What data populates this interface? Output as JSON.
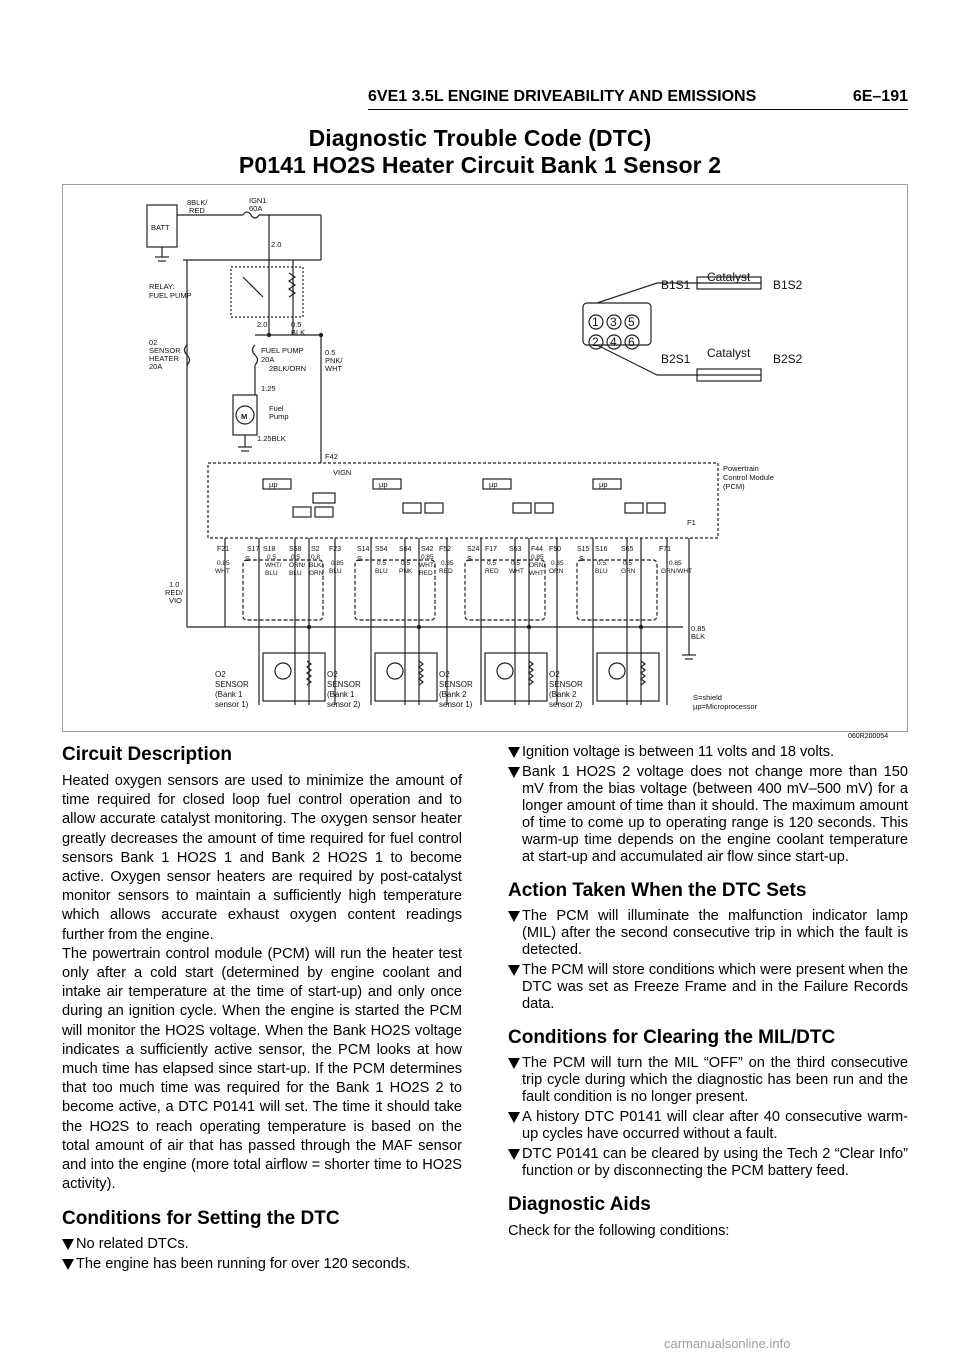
{
  "header": {
    "section": "6VE1 3.5L ENGINE DRIVEABILITY AND EMISSIONS",
    "page": "6E–191"
  },
  "title": {
    "line1": "Diagnostic Trouble Code (DTC)",
    "line2": "P0141 HO2S Heater Circuit Bank 1 Sensor 2"
  },
  "diagram": {
    "figure_code": "060R200054",
    "batt": "BATT",
    "batt_wire": "8BLK/",
    "batt_wire2": "RED",
    "ign_fuse": "IGN1",
    "ign_fuse_rating": "60A",
    "wire_2_0_a": "2.0",
    "wire_2_0_b": "2.0",
    "wire_05": "0.5",
    "wire_blk": "BLK",
    "relay_label1": "RELAY:",
    "relay_label2": "FUEL PUMP",
    "o2_heater_fuse1": "02",
    "o2_heater_fuse2": "SENSOR",
    "o2_heater_fuse3": "HEATER",
    "o2_heater_fuse4": "20A",
    "fuel_pump_fuse1": "FUEL PUMP",
    "fuel_pump_fuse2": "20A",
    "wire_2blk_orn": "2BLK/ORN",
    "wire_125": "1.25",
    "fuel_pump1": "Fuel",
    "fuel_pump2": "Pump",
    "motor": "M",
    "wire_125blk": "1.25BLK",
    "wire_pnk1": "0.5",
    "wire_pnk2": "PNK/",
    "wire_pnk3": "WHT",
    "f42": "F42",
    "vign": "VIGN",
    "pcm1": "Powertrain",
    "pcm2": "Control Module",
    "pcm3": "(PCM)",
    "f1": "F1",
    "up": "µp",
    "red_vio1": "1.0",
    "red_vio2": "RED/",
    "red_vio3": "VIO",
    "blk085a": "0.85",
    "blk085b": "BLK",
    "shield_note": "S=shield",
    "micro_note": "µp=Microprocessor",
    "shield_s": "S",
    "catalyst": "Catalyst",
    "b1s1": "B1S1",
    "b1s2": "B1S2",
    "b2s1": "B2S1",
    "b2s2": "B2S2",
    "cyl": [
      "1",
      "3",
      "5",
      "2",
      "4",
      "6"
    ],
    "pins_a": [
      "F21",
      "S17",
      "S18",
      "S58",
      "S2",
      "F23",
      "S14",
      "S54",
      "S64",
      "S42",
      "F52",
      "S24",
      "F17",
      "S63",
      "F44",
      "F50",
      "S15",
      "S16",
      "S65",
      "F71"
    ],
    "gauges_a": [
      "0.85",
      "0.5",
      "0.5",
      "0.8",
      "0.85",
      "0.5",
      "0.5",
      "0.85",
      "0.85",
      "0.5",
      "0.5",
      "0.85",
      "0.85",
      "0.5",
      "0.5",
      "0.85"
    ],
    "colors_a": [
      "WHT",
      "WHT/",
      "ORN/",
      "BLK/",
      "BLU",
      "BLU",
      "PNK",
      "WHT/",
      "RED",
      "RED",
      "WHT",
      "ORN/",
      "ORN",
      "BLU",
      "GRN",
      "GRN/WHT"
    ],
    "colors_b": [
      "BLU",
      "BLU",
      "ORN",
      "RED",
      "WHT"
    ],
    "sensors": [
      {
        "l1": "O2",
        "l2": "SENSOR",
        "l3": "(Bank 1",
        "l4": "sensor 1)"
      },
      {
        "l1": "O2",
        "l2": "SENSOR",
        "l3": "(Bank 1",
        "l4": "sensor 2)"
      },
      {
        "l1": "O2",
        "l2": "SENSOR",
        "l3": "(Bank 2",
        "l4": "sensor 1)"
      },
      {
        "l1": "O2",
        "l2": "SENSOR",
        "l3": "(Bank 2",
        "l4": "sensor 2)"
      }
    ]
  },
  "circuit_description": {
    "heading": "Circuit Description",
    "p1": "Heated oxygen sensors are used to minimize the amount of time required for closed loop fuel control operation and to allow accurate catalyst monitoring. The oxygen sensor heater greatly decreases the amount of time required for fuel control sensors Bank 1 HO2S 1 and Bank 2 HO2S 1 to become active. Oxygen sensor heaters are required by post-catalyst monitor sensors to maintain a sufficiently high temperature which allows accurate exhaust oxygen content readings further from the engine.",
    "p2": "The powertrain control module (PCM) will run the heater test only after a cold start (determined by engine coolant and intake air temperature at the time of start-up) and only once during an ignition cycle. When the engine is started the PCM will monitor the HO2S voltage. When the Bank HO2S voltage indicates a sufficiently active sensor, the PCM looks at how much time has elapsed since start-up. If the PCM determines that too much time was required for the Bank 1 HO2S 2 to become active, a DTC P0141 will set. The time it should take the HO2S to reach operating temperature is based on the total amount of air that has passed through the MAF sensor and into the engine (more total airflow = shorter time to HO2S activity)."
  },
  "conditions_setting": {
    "heading": "Conditions for Setting the DTC",
    "items": [
      "No related DTCs.",
      "The engine has been running for over 120 seconds.",
      "Ignition voltage is between 11 volts and 18 volts.",
      "Bank 1 HO2S 2 voltage does not change more than 150 mV from the bias voltage (between 400 mV–500 mV) for a longer amount of time than it should. The maximum amount of time to come up to operating range is 120 seconds. This warm-up time depends on the engine coolant temperature at start-up and accumulated air flow since start-up."
    ]
  },
  "action_taken": {
    "heading": "Action Taken When the DTC Sets",
    "items": [
      "The PCM will illuminate the malfunction indicator lamp (MIL) after the second consecutive trip in which the fault is detected.",
      "The PCM will store conditions which were present when the DTC was set as Freeze Frame and in the Failure Records data."
    ]
  },
  "conditions_clearing": {
    "heading": "Conditions for Clearing the MIL/DTC",
    "items": [
      "The PCM will turn the MIL “OFF” on the third consecutive trip cycle during which the diagnostic has been run and the fault condition is no longer present.",
      "A history DTC P0141 will clear after 40 consecutive warm-up cycles have occurred without a fault.",
      "DTC P0141 can be cleared by using the Tech 2 “Clear Info” function or by disconnecting the PCM battery feed."
    ]
  },
  "diagnostic_aids": {
    "heading": "Diagnostic Aids",
    "text": "Check for the following conditions:"
  },
  "watermark": "carmanualsonline.info"
}
